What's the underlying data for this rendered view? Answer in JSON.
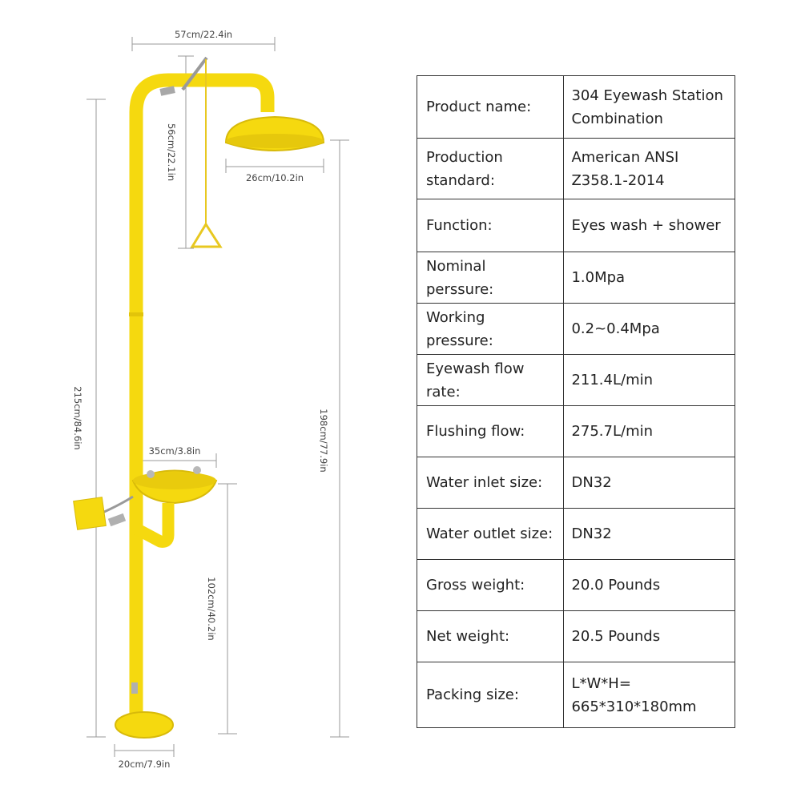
{
  "dimensions": {
    "arm_width": "57cm/22.4in",
    "pull_rod_length": "56cm/22.1in",
    "shower_head_diameter": "26cm/10.2in",
    "total_height": "215cm/84.6in",
    "shower_height": "198cm/77.9in",
    "bowl_width": "35cm/3.8in",
    "bowl_height": "102cm/40.2in",
    "base_diameter": "20cm/7.9in"
  },
  "specs": [
    {
      "label": "Product name:",
      "value": "304 Eyewash Station Combination"
    },
    {
      "label": "Production standard:",
      "value": "American ANSI Z358.1-2014"
    },
    {
      "label": "Function:",
      "value": "Eyes wash + shower"
    },
    {
      "label": "Nominal perssure:",
      "value": "1.0Mpa"
    },
    {
      "label": "Working pressure:",
      "value": "0.2~0.4Mpa"
    },
    {
      "label": "Eyewash flow rate:",
      "value": "211.4L/min"
    },
    {
      "label": "Flushing flow:",
      "value": "275.7L/min"
    },
    {
      "label": "Water inlet size:",
      "value": "DN32"
    },
    {
      "label": "Water outlet size:",
      "value": "DN32"
    },
    {
      "label": "Gross weight:",
      "value": "20.0 Pounds"
    },
    {
      "label": "Net weight:",
      "value": "20.5 Pounds"
    },
    {
      "label": "Packing size:",
      "value": "L*W*H= 665*310*180mm"
    }
  ],
  "colors": {
    "product_yellow": "#f5d90f",
    "dimension_line": "#9a9a9a"
  }
}
